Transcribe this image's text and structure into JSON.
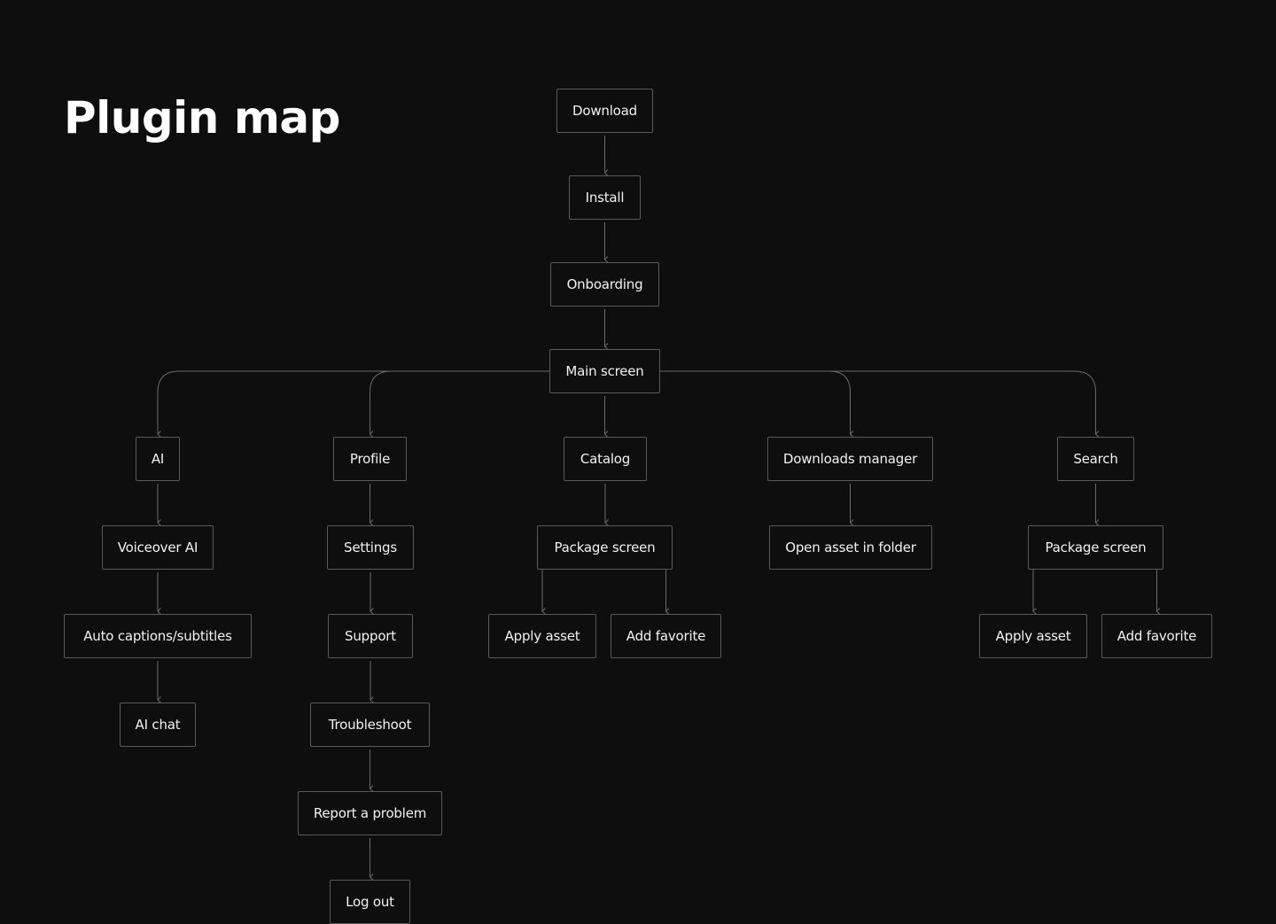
{
  "title": "Plugin map",
  "nodes": {
    "download": "Download",
    "install": "Install",
    "onboarding": "Onboarding",
    "main_screen": "Main screen",
    "ai": "AI",
    "voiceover_ai": "Voiceover AI",
    "auto_captions": "Auto captions/subtitles",
    "ai_chat": "AI chat",
    "profile": "Profile",
    "settings": "Settings",
    "support": "Support",
    "troubleshoot": "Troubleshoot",
    "report_problem": "Report a problem",
    "log_out": "Log out",
    "catalog": "Catalog",
    "catalog_package_screen": "Package screen",
    "catalog_apply_asset": "Apply asset",
    "catalog_add_favorite": "Add favorite",
    "downloads_manager": "Downloads manager",
    "open_asset_in_folder": "Open asset in folder",
    "search": "Search",
    "search_package_screen": "Package screen",
    "search_apply_asset": "Apply asset",
    "search_add_favorite": "Add favorite"
  },
  "edges": [
    [
      "download",
      "install"
    ],
    [
      "install",
      "onboarding"
    ],
    [
      "onboarding",
      "main_screen"
    ],
    [
      "main_screen",
      "ai"
    ],
    [
      "main_screen",
      "profile"
    ],
    [
      "main_screen",
      "catalog"
    ],
    [
      "main_screen",
      "downloads_manager"
    ],
    [
      "main_screen",
      "search"
    ],
    [
      "ai",
      "voiceover_ai"
    ],
    [
      "voiceover_ai",
      "auto_captions"
    ],
    [
      "auto_captions",
      "ai_chat"
    ],
    [
      "profile",
      "settings"
    ],
    [
      "settings",
      "support"
    ],
    [
      "support",
      "troubleshoot"
    ],
    [
      "troubleshoot",
      "report_problem"
    ],
    [
      "report_problem",
      "log_out"
    ],
    [
      "catalog",
      "catalog_package_screen"
    ],
    [
      "catalog_package_screen",
      "catalog_apply_asset"
    ],
    [
      "catalog_package_screen",
      "catalog_add_favorite"
    ],
    [
      "downloads_manager",
      "open_asset_in_folder"
    ],
    [
      "search",
      "search_package_screen"
    ],
    [
      "search_package_screen",
      "search_apply_asset"
    ],
    [
      "search_package_screen",
      "search_add_favorite"
    ]
  ],
  "colors": {
    "background": "#0e0e0e",
    "border": "#5a5a5a",
    "text": "#f2f2f2",
    "edge": "#6a6a6a"
  }
}
